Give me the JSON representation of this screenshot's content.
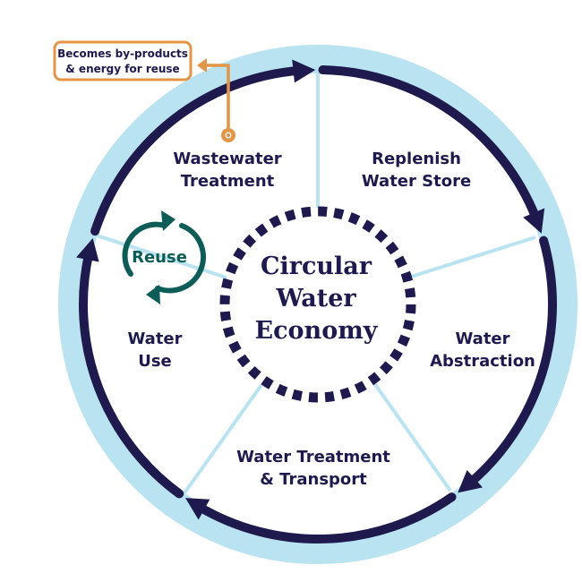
{
  "title": "Circular Water Economy",
  "center": {
    "lines": [
      "Circular",
      "Water",
      "Economy"
    ]
  },
  "stages": [
    {
      "id": "replenish",
      "lines": [
        "Replenish",
        "Water Store"
      ]
    },
    {
      "id": "abstraction",
      "lines": [
        "Water",
        "Abstraction"
      ]
    },
    {
      "id": "treatment-transport",
      "lines": [
        "Water Treatment",
        "& Transport"
      ]
    },
    {
      "id": "use",
      "lines": [
        "Water",
        "Use"
      ]
    },
    {
      "id": "wastewater",
      "lines": [
        "Wastewater",
        "Treatment"
      ]
    }
  ],
  "reuse": {
    "label": "Reuse"
  },
  "callout": {
    "lines": [
      "Becomes by-products",
      "& energy for reuse"
    ]
  },
  "flow_direction": "clockwise",
  "colors": {
    "navy": "#1e1a4d",
    "ring": "#b9e3f1",
    "teal": "#0e5c57",
    "orange": "#e39446"
  }
}
